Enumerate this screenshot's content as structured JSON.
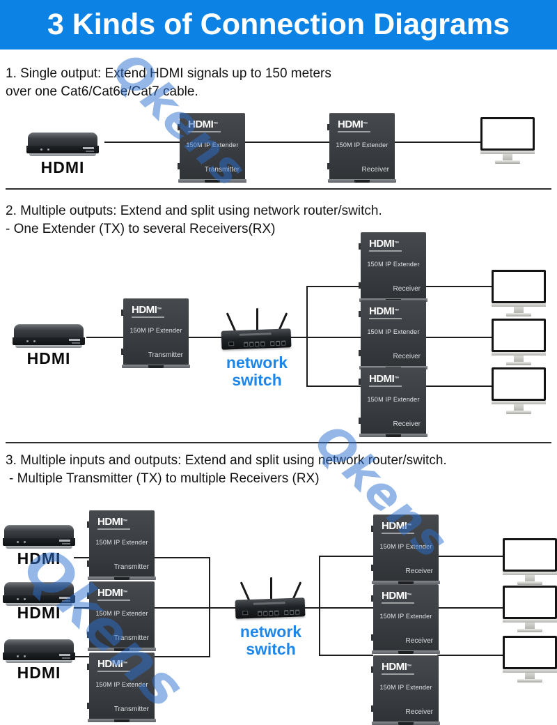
{
  "banner": {
    "title": "3 Kinds of Connection Diagrams",
    "bg_color": "#0c82e4",
    "text_color": "#ffffff"
  },
  "watermark": {
    "text": "Qkens",
    "color": "#2b70d0"
  },
  "labels": {
    "source_device": "HDMI",
    "network_switch_line1": "network",
    "network_switch_line2": "switch",
    "network_switch_color": "#1d86e9"
  },
  "extender": {
    "logo": "HDMI",
    "logo_mark": "™",
    "model": "150M IP Extender",
    "transmitter": "Transmitter",
    "receiver": "Receiver"
  },
  "sections": [
    {
      "number": "1",
      "heading_line1": "1. Single output: Extend HDMI signals up to 150 meters",
      "heading_line2": "over one Cat6/Cat6e/Cat7 cable."
    },
    {
      "number": "2",
      "heading_line1": "2. Multiple outputs: Extend and split using network router/switch.",
      "heading_line2": "- One Extender (TX) to several Receivers(RX)"
    },
    {
      "number": "3",
      "heading_line1": "3. Multiple inputs and outputs: Extend and split using network router/switch.",
      "heading_line2": "- Multiple Transmitter (TX) to multiple Receivers (RX)"
    }
  ]
}
